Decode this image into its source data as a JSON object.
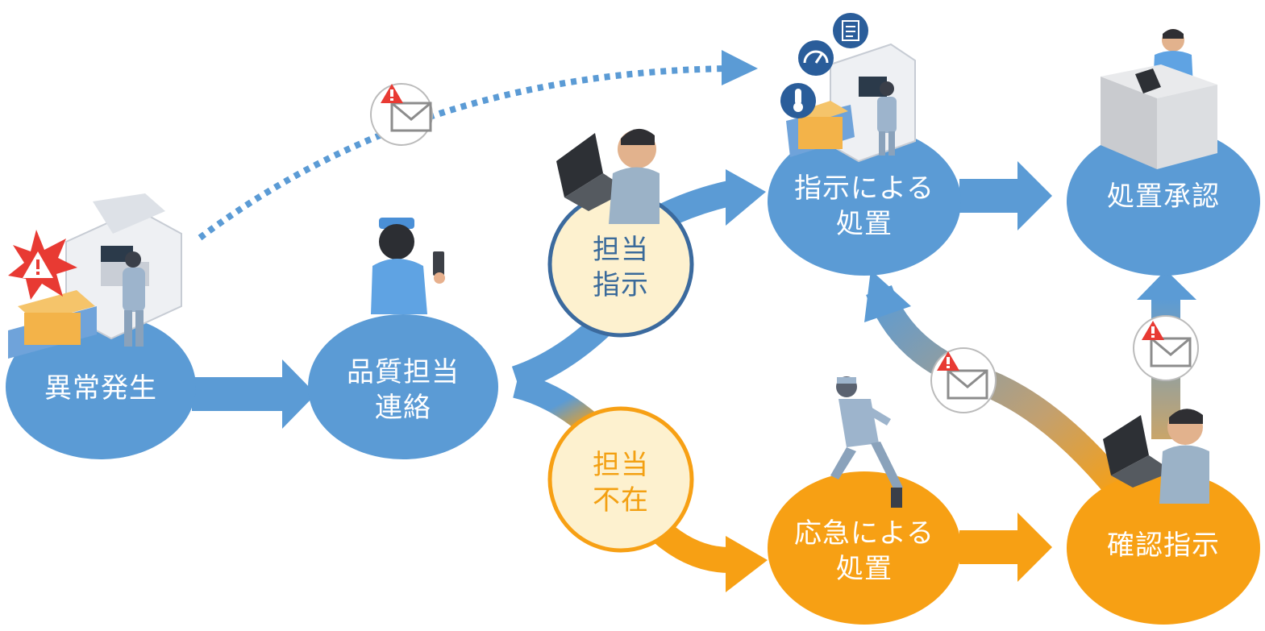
{
  "nodes": {
    "abnormal": {
      "line1": "異常発生",
      "line2": ""
    },
    "contact": {
      "line1": "品質担当",
      "line2": "連絡"
    },
    "instruct": {
      "line1": "担当",
      "line2": "指示"
    },
    "absent": {
      "line1": "担当",
      "line2": "不在"
    },
    "treat_instruct": {
      "line1": "指示による",
      "line2": "処置"
    },
    "treat_emergency": {
      "line1": "応急による",
      "line2": "処置"
    },
    "approve": {
      "line1": "処置承認",
      "line2": ""
    },
    "confirm": {
      "line1": "確認指示",
      "line2": ""
    }
  },
  "colors": {
    "blue": "#5b9bd5",
    "dark_blue": "#3b6a9e",
    "orange": "#f7a014",
    "cream": "#fdf1cf",
    "alert_red": "#e83a33"
  },
  "icons": [
    "alert-mail-icon",
    "factory-machine-icon",
    "worker-icon",
    "laptop-user-icon",
    "runner-icon",
    "thermometer-icon",
    "gauge-icon",
    "checklist-icon",
    "desk-approver-icon"
  ]
}
